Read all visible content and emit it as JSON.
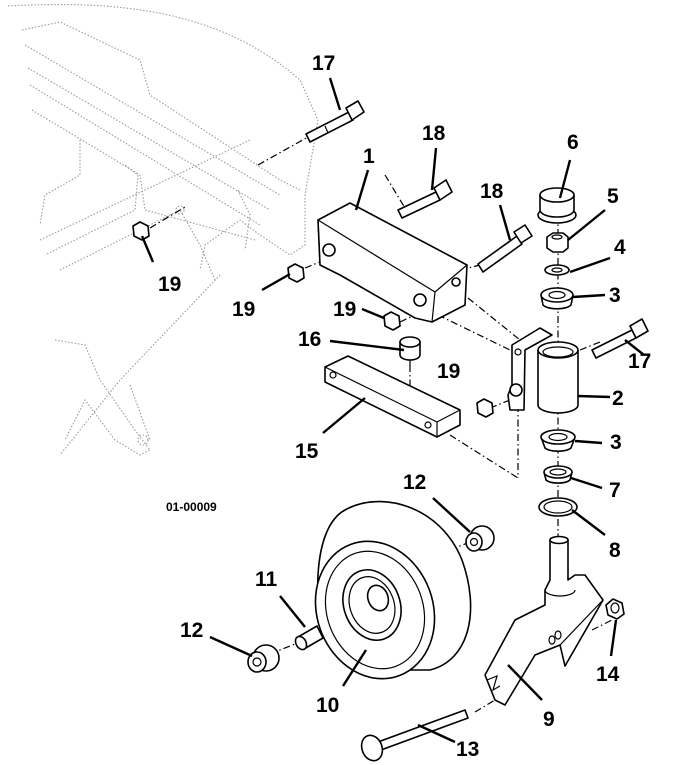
{
  "diagram": {
    "type": "exploded-parts-diagram",
    "figure_id": "01-00009",
    "callouts": [
      {
        "id": "17a",
        "label": "17",
        "part": "bolt"
      },
      {
        "id": "18a",
        "label": "18",
        "part": "bolt"
      },
      {
        "id": "18b",
        "label": "18",
        "part": "bolt"
      },
      {
        "id": "1",
        "label": "1",
        "part": "mounting bracket"
      },
      {
        "id": "6",
        "label": "6",
        "part": "dust cap"
      },
      {
        "id": "5",
        "label": "5",
        "part": "hex nut"
      },
      {
        "id": "4",
        "label": "4",
        "part": "washer"
      },
      {
        "id": "3a",
        "label": "3",
        "part": "bearing"
      },
      {
        "id": "17b",
        "label": "17",
        "part": "bolt"
      },
      {
        "id": "19a",
        "label": "19",
        "part": "lock nut"
      },
      {
        "id": "19b",
        "label": "19",
        "part": "lock nut"
      },
      {
        "id": "19c",
        "label": "19",
        "part": "lock nut"
      },
      {
        "id": "19d",
        "label": "19",
        "part": "lock nut"
      },
      {
        "id": "16",
        "label": "16",
        "part": "bumper"
      },
      {
        "id": "15",
        "label": "15",
        "part": "spacer bar"
      },
      {
        "id": "2",
        "label": "2",
        "part": "caster housing"
      },
      {
        "id": "3b",
        "label": "3",
        "part": "bearing"
      },
      {
        "id": "7",
        "label": "7",
        "part": "seal"
      },
      {
        "id": "8",
        "label": "8",
        "part": "seal ring"
      },
      {
        "id": "12a",
        "label": "12",
        "part": "wheel bearing"
      },
      {
        "id": "12b",
        "label": "12",
        "part": "wheel bearing"
      },
      {
        "id": "11",
        "label": "11",
        "part": "spacer tube"
      },
      {
        "id": "10",
        "label": "10",
        "part": "wheel"
      },
      {
        "id": "9",
        "label": "9",
        "part": "caster fork"
      },
      {
        "id": "14",
        "label": "14",
        "part": "lock nut"
      },
      {
        "id": "13",
        "label": "13",
        "part": "axle bolt"
      }
    ]
  }
}
